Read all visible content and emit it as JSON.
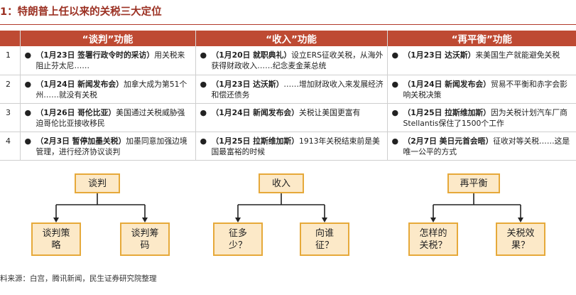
{
  "title": "1：特朗普上任以来的关税三大定位",
  "table": {
    "headers": [
      "",
      "“谈判”功能",
      "“收入”功能",
      "“再平衡”功能"
    ],
    "rows": [
      {
        "num": "1",
        "cells": [
          {
            "lead": "（1月23日 签署行政令时的采访）",
            "text": "用关税来阻止芬太尼……"
          },
          {
            "lead": "（1月20日 就职典礼）",
            "text": "设立ERS征收关税，从海外获得财政收入……纪念麦金莱总统"
          },
          {
            "lead": "（1月23日 达沃斯）",
            "text": "来美国生产就能避免关税"
          }
        ]
      },
      {
        "num": "2",
        "cells": [
          {
            "lead": "（1月24日 新闻发布会）",
            "text": "加拿大成为第51个州……就没有关税"
          },
          {
            "lead": "（1月23日 达沃斯）",
            "text": "……增加财政收入来发展经济和偿还债务"
          },
          {
            "lead": "（1月24日 新闻发布会）",
            "text": "贸易不平衡和赤字会影响关税决策"
          }
        ]
      },
      {
        "num": "3",
        "cells": [
          {
            "lead": "（1月26日 哥伦比亚）",
            "text": "美国通过关税威胁强迫哥伦比亚接收移民"
          },
          {
            "lead": "（1月24日 新闻发布会）",
            "text": "关税让美国更富有"
          },
          {
            "lead": "（1月25日 拉斯维加斯）",
            "text": "因为关税计划汽车厂商Stellantis保住了1500个工作"
          }
        ]
      },
      {
        "num": "4",
        "cells": [
          {
            "lead": "（2月3日 暂停加墨关税）",
            "text": "加墨同意加强边境管理，进行经济协议谈判"
          },
          {
            "lead": "（1月25日 拉斯维加斯）",
            "text": "1913年关税结束前是美国最富裕的时候"
          },
          {
            "lead": "（2月7日 美日元首会晤）",
            "text": "征收对等关税……这是唯一公平的方式"
          }
        ]
      }
    ]
  },
  "diagram": {
    "groups": [
      {
        "top": "谈判",
        "left": "谈判策略",
        "right": "谈判筹码"
      },
      {
        "top": "收入",
        "left": "征多少？",
        "right": "向谁征？"
      },
      {
        "top": "再平衡",
        "left": "怎样的关税？",
        "right": "关税效果？"
      }
    ]
  },
  "source": "料来源：白宫，腾讯新闻，民生证券研究院整理",
  "colors": {
    "header_bg": "#be4a33",
    "title": "#9b3022",
    "box_fill": "#fce9c8",
    "box_border": "#e6a93a"
  }
}
